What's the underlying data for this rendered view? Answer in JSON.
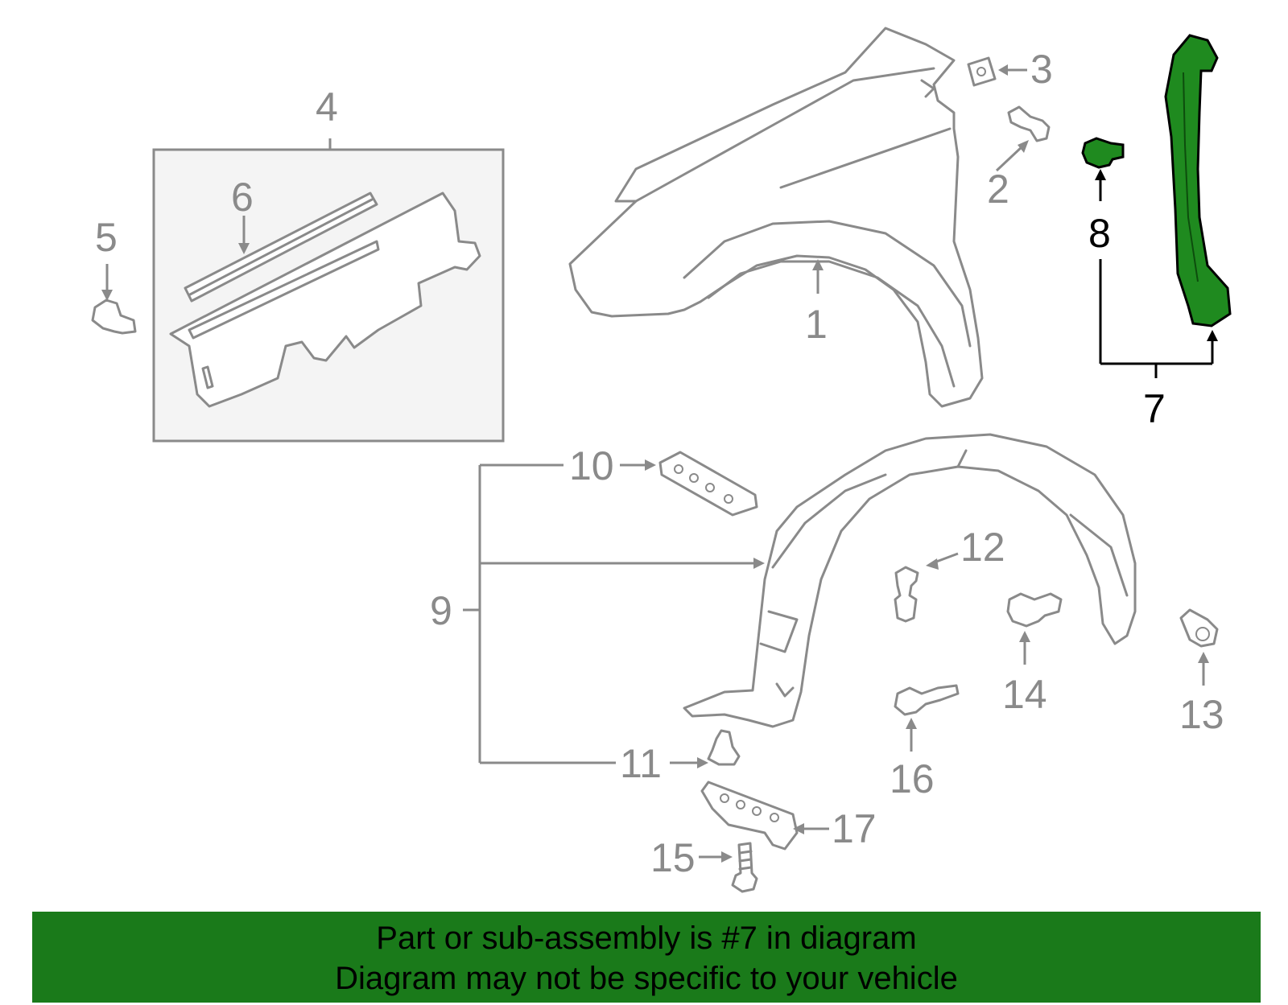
{
  "callouts": {
    "c1": "1",
    "c2": "2",
    "c3": "3",
    "c4": "4",
    "c5": "5",
    "c6": "6",
    "c7": "7",
    "c8": "8",
    "c9": "9",
    "c10": "10",
    "c11": "11",
    "c12": "12",
    "c13": "13",
    "c14": "14",
    "c15": "15",
    "c16": "16",
    "c17": "17"
  },
  "banner": {
    "line1": "Part or sub-assembly is #7 in diagram",
    "line2": "Diagram may not be specific to your vehicle"
  },
  "colors": {
    "highlight_part": "#1f8a1f",
    "banner_bg": "#1a7a1a",
    "line_gray": "#8a8a8a"
  }
}
